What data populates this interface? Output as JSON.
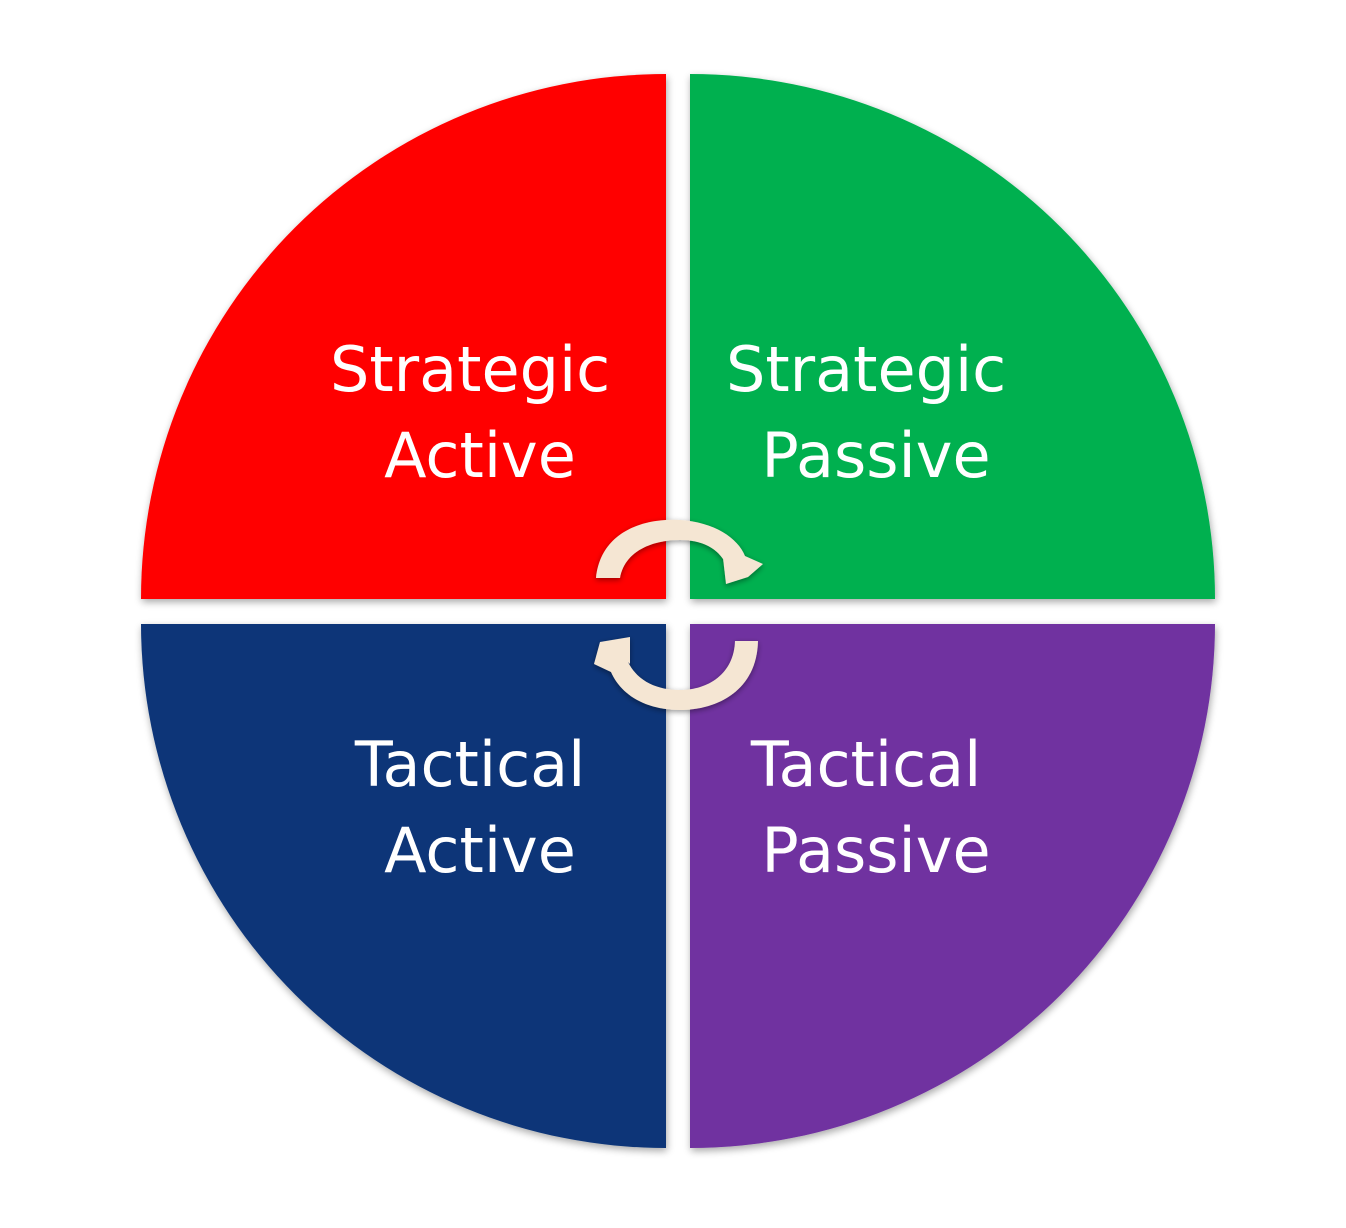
{
  "quadrants": [
    {
      "id": "strategic-active",
      "line1": "Strategic",
      "line2": "Active",
      "color": "#ff0000"
    },
    {
      "id": "strategic-passive",
      "line1": "Strategic",
      "line2": "Passive",
      "color": "#00b050"
    },
    {
      "id": "tactical-active",
      "line1": "Tactical",
      "line2": "Active",
      "color": "#0a3578"
    },
    {
      "id": "tactical-passive",
      "line1": "Tactical",
      "line2": "Passive",
      "color": "#7030a0"
    }
  ],
  "arrows": {
    "color": "#f5e6d3",
    "icon": "cycle-arrows-icon"
  }
}
